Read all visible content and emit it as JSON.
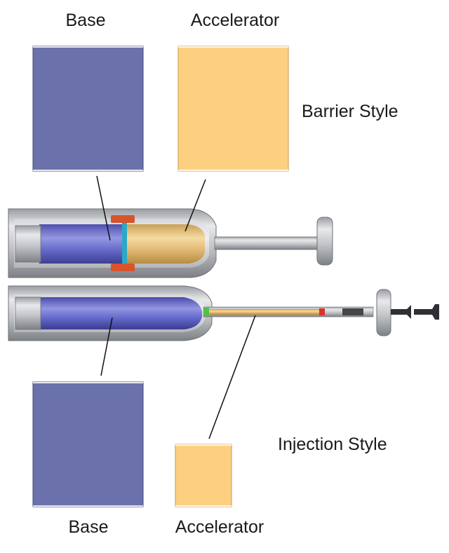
{
  "top": {
    "base_label": "Base",
    "accelerator_label": "Accelerator",
    "style_label": "Barrier Style"
  },
  "bottom": {
    "base_label": "Base",
    "accelerator_label": "Accelerator",
    "style_label": "Injection Style"
  },
  "colors": {
    "base": "#6b72ab",
    "accelerator": "#fdd081",
    "metal": "#c9cbce",
    "metal_dark": "#8e9196",
    "seal": "#d9532b",
    "base_fill": "#4a4fc0",
    "accelerator_fill": "#e8b864"
  }
}
